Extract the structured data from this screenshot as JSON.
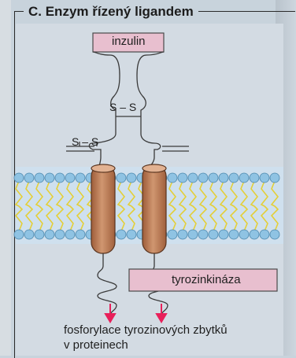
{
  "section_title": "C. Enzym řízený ligandem",
  "labels": {
    "ligand": "inzulin",
    "disulfide_top": "S – S",
    "disulfide_bottom": "S – S",
    "kinase": "tyrozinkináza"
  },
  "caption": {
    "line1": "fosforylace tyrozinových zbytků",
    "line2": "v proteinech"
  },
  "colors": {
    "ligand_box": "#e8bfcf",
    "kinase_box": "#e8bfcf",
    "helix": "#c88862",
    "membrane_head": "#8fc3e3",
    "membrane_tail": "#e4cf38",
    "arrow": "#e8205a"
  }
}
